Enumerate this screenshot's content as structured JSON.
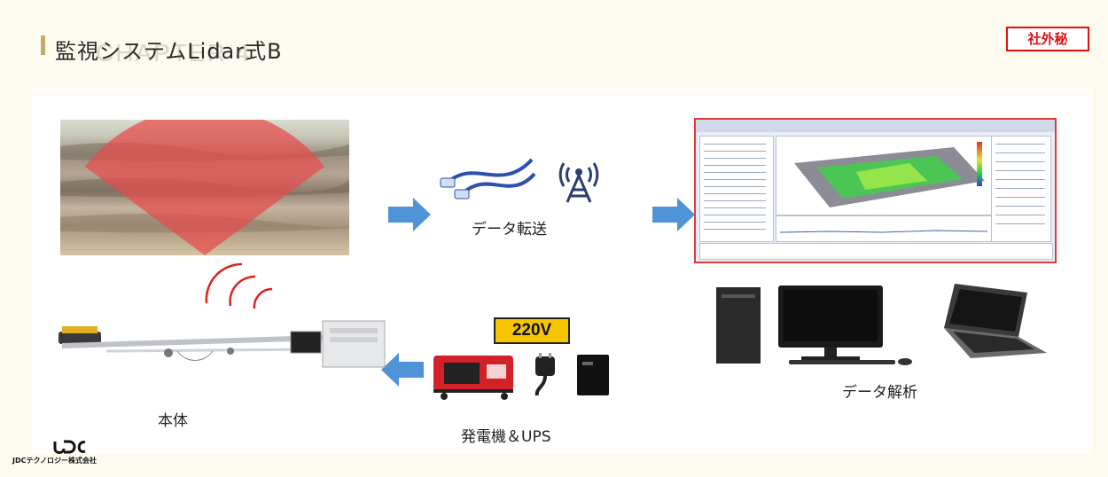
{
  "slide": {
    "title": "監視システムLidar式B",
    "ghost_text": "CHAPTER 4",
    "confidential_label": "社外秘"
  },
  "labels": {
    "data_transfer": "データ転送",
    "data_analysis": "データ解析",
    "main_unit": "本体",
    "power": "発電機＆UPS",
    "voltage": "220V"
  },
  "footer": {
    "logo_mark": "JDC",
    "company": "JDCテクノロジー株式会社"
  },
  "colors": {
    "accent": "#c9a96a",
    "arrow": "#4f93d8",
    "confidential": "#dd1111",
    "radar": "#e84b4b",
    "voltage_bg": "#f7c600"
  }
}
